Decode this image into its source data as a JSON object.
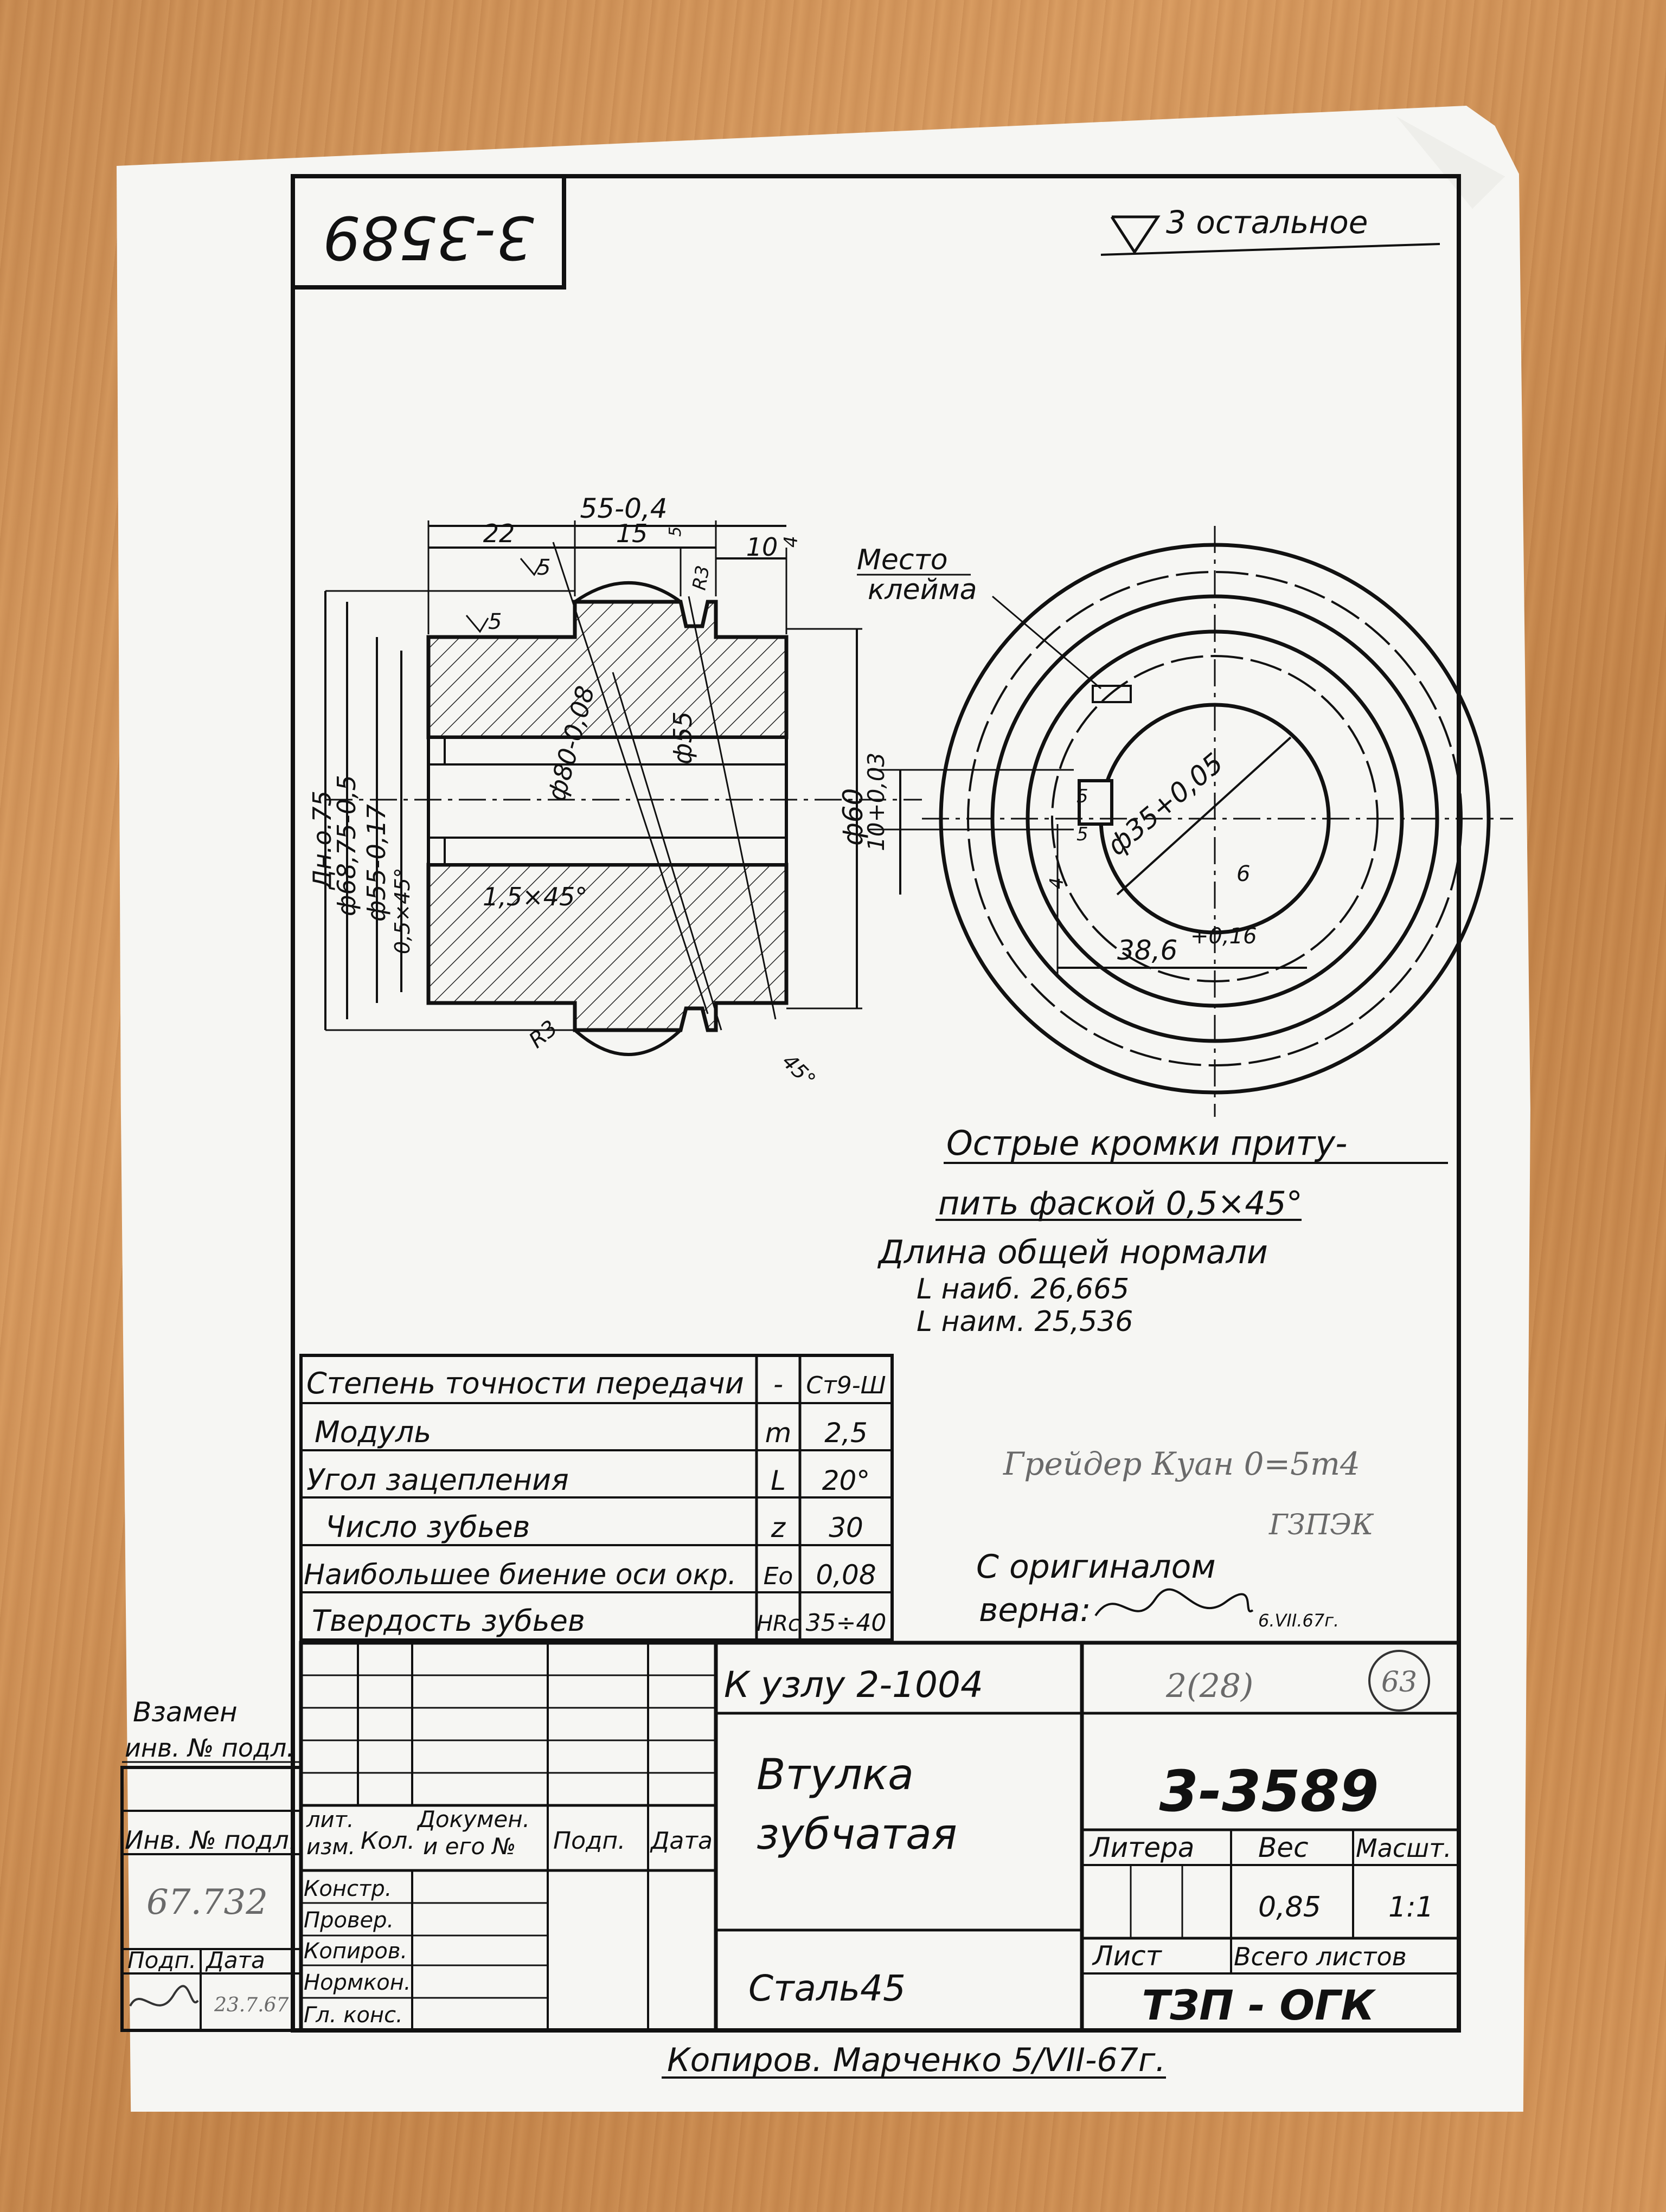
{
  "drawing_number_box": "3-3589",
  "surface_roughness": "3 остальное",
  "dimensions": {
    "length_total": "55-0,4",
    "len_22": "22",
    "len_15": "15",
    "len_10": "10",
    "rough_4": "4",
    "rough_5a": "5",
    "rough_5b": "5",
    "r3_top": "R3",
    "r3_bottom": "R3",
    "len_5": "5",
    "d_75": "Дн.о.75",
    "d_6875": "ф68,75-0,5",
    "d_55_017": "ф55-0,17",
    "chamfer_05": "0,5×45°",
    "d_80": "ф80-0,08",
    "d_55": "ф55",
    "chamfer_15": "1,5×45°",
    "d_60": "ф60",
    "w_10": "10+0,03",
    "angle_45": "45°",
    "bore_35": "ф35+0,05",
    "keyway_386": "38,6",
    "keyway_tol": "+0,16",
    "r5a": "5",
    "r5b": "5",
    "r4": "4",
    "r6": "6"
  },
  "stamp_place": [
    "Место",
    "клейма"
  ],
  "notes": {
    "line1": "Острые кромки приту-",
    "line2": "пить фаской 0,5×45°",
    "line3": "Длина общей нормали",
    "line4": "L наиб. 26,665",
    "line5": "L наим. 25,536"
  },
  "gear_params": [
    {
      "name": "Степень точности передачи",
      "sym": "-",
      "value": "Ст9-Ш"
    },
    {
      "name": "Модуль",
      "sym": "m",
      "value": "2,5"
    },
    {
      "name": "Угол зацепления",
      "sym": "L",
      "value": "20°"
    },
    {
      "name": "Число зубьев",
      "sym": "z",
      "value": "30"
    },
    {
      "name": "Наибольшее биение оси окр.",
      "sym": "Eo",
      "value": "0,08"
    },
    {
      "name": "Твердость зубьев",
      "sym": "HRc",
      "value": "35÷40"
    }
  ],
  "pencil_note": [
    "Грейдер Куан 0=5т4",
    "ГЗПЭК"
  ],
  "certified": {
    "line1": "С оригиналом",
    "line2": "верна:",
    "date": "6.VII.67г."
  },
  "side_block": {
    "zamen": [
      "Взамен",
      "инв. № подл."
    ],
    "inv": "Инв. № подл.",
    "inv_value": "67.732",
    "podp": "Подп.",
    "data": "Дата",
    "date_value": "23.7.67"
  },
  "title_block": {
    "assembly": "К узлу 2-1004",
    "pencil_count": "2(28)",
    "circled": "63",
    "name": [
      "Втулка",
      "зубчатая"
    ],
    "number": "3-3589",
    "hdr_lit": "Литера",
    "hdr_ves": "Вес",
    "hdr_masht": "Масшт.",
    "ves": "0,85",
    "masht": "1:1",
    "list": "Лист",
    "vsego": "Всего листов",
    "material": "Сталь45",
    "org": "ТЗП - ОГК",
    "col_lit": "лит.",
    "col_izm": "изм.",
    "col_kol": "Кол.",
    "col_doc1": "Докумен.",
    "col_doc2": "и его №",
    "col_podp": "Подп.",
    "col_data": "Дата",
    "roles": [
      "Констр.",
      "Провер.",
      "Копиров.",
      "Нормкон.",
      "Гл. конс."
    ]
  },
  "footer": "Копиров. Марченко 5/VII-67г."
}
